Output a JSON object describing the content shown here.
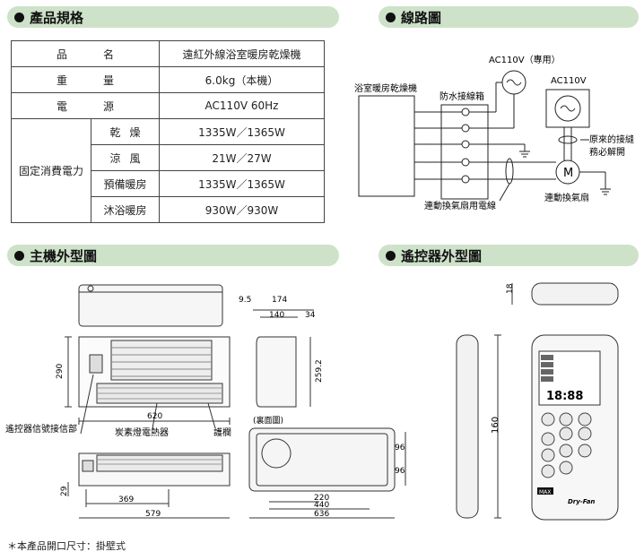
{
  "sections": {
    "spec": "產品規格",
    "wiring": "線路圖",
    "main_unit": "主機外型圖",
    "remote": "遙控器外型圖"
  },
  "spec_table": {
    "rows": [
      {
        "label": "品名",
        "value": "遠紅外線浴室暖房乾燥機"
      },
      {
        "label": "重量",
        "value": "6.0kg（本機）"
      },
      {
        "label": "電源",
        "value": "AC110V 60Hz"
      }
    ],
    "power_label": "固定消費電力",
    "power_rows": [
      {
        "mode": "乾燥",
        "value": "1335W／1365W"
      },
      {
        "mode": "涼風",
        "value": "21W／27W"
      },
      {
        "mode": "預備暖房",
        "value": "1335W／1365W"
      },
      {
        "mode": "沐浴暖房",
        "value": "930W／930W"
      }
    ]
  },
  "wiring": {
    "ac_dedicated": "AC110V（專用）",
    "ac": "AC110V",
    "unit_label": "浴室暖房乾燥機",
    "junction_box": "防水接線箱",
    "cut_note_1": "原來的接縫",
    "cut_note_2": "務必解開",
    "motor": "M",
    "fan_label": "連動換氣扇",
    "cable_label": "連動換氣扇用電線"
  },
  "main_dims": {
    "d290": "290",
    "d620": "620",
    "d9_5": "9.5",
    "d174": "174",
    "d140": "140",
    "d34": "34",
    "d259_2": "259.2",
    "d29": "29",
    "d369": "369",
    "d579": "579",
    "back_view": "(裏面圖)",
    "d96a": "96",
    "d96b": "96",
    "d220": "220",
    "d440": "440",
    "d636": "636",
    "receiver_label": "遙控器信號接信部",
    "heater_label": "炭素燈電熱器",
    "guard_label": "護欄"
  },
  "remote_dims": {
    "d18": "18",
    "d160": "160",
    "display_big": "18:88",
    "brand": "Dry-Fan",
    "max_badge": "MAX"
  },
  "footnote": "＊本產品開口尺寸：掛壁式"
}
